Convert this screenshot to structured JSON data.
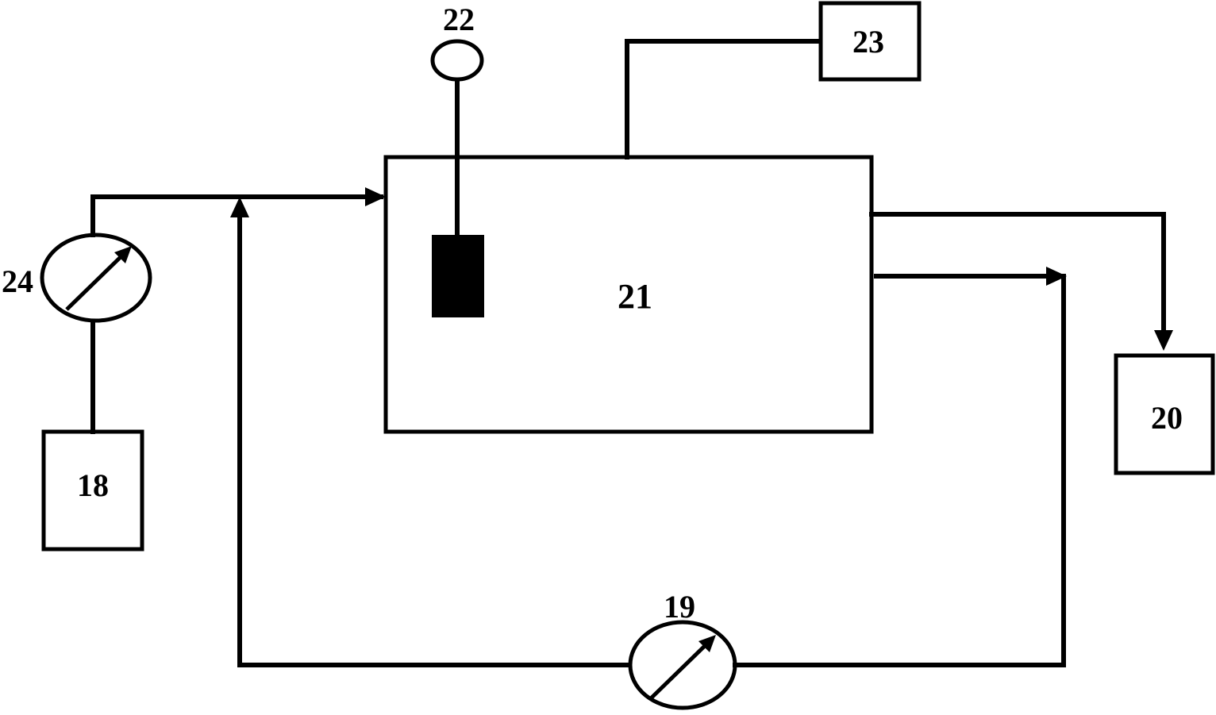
{
  "labels": {
    "b18": "18",
    "b19": "19",
    "b20": "20",
    "b21": "21",
    "b22": "22",
    "b23": "23",
    "b24": "24"
  },
  "icons": {
    "gauge": "pressure-gauge-icon",
    "sensor": "sensor-element-icon"
  },
  "colors": {
    "stroke": "#000000",
    "background": "#ffffff"
  }
}
